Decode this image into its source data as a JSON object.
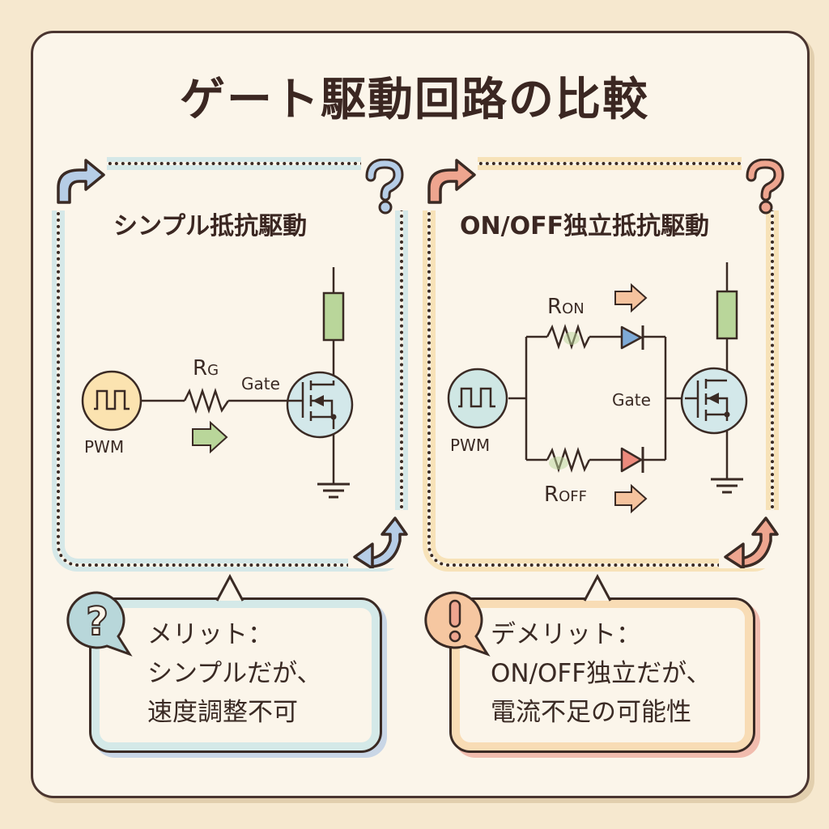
{
  "title": "ゲート駆動回路の比較",
  "panels": [
    {
      "id": "simple",
      "heading": "シンプル抵抗駆動",
      "accent": "#c6dcea",
      "border_tint": "#d5e8e8",
      "circuit": {
        "source_label": "PWM",
        "resistor_label_main": "R",
        "resistor_label_sub": "G",
        "gate_label": "Gate",
        "source_color": "#fbe3b0",
        "mosfet_color": "#d3e8ea",
        "load_color": "#b9d69a",
        "current_arrow_color": "#b9d69a"
      },
      "note": {
        "icon": "question-mark-icon",
        "lines": [
          "メリット：",
          "シンプルだが、",
          "速度調整不可"
        ]
      }
    },
    {
      "id": "onoff",
      "heading": "ON/OFF独立抵抗駆動",
      "accent": "#f3c6b4",
      "border_tint": "#f7e2b8",
      "circuit": {
        "source_label": "PWM",
        "ron_label_main": "R",
        "ron_label_sub": "ON",
        "roff_label_main": "R",
        "roff_label_sub": "OFF",
        "gate_label": "Gate",
        "source_color": "#cfe7e4",
        "mosfet_color": "#d3e8ea",
        "load_color": "#b9d69a",
        "diode_on_color": "#7eaad6",
        "diode_off_color": "#ec8a7c",
        "current_arrow_color": "#f5c39e"
      },
      "note": {
        "icon": "exclamation-mark-icon",
        "lines": [
          "デメリット：",
          "ON/OFF独立だが、",
          "電流不足の可能性"
        ]
      }
    }
  ],
  "colors": {
    "ink": "#3a2a24",
    "background": "#f6e8cf",
    "card": "#fbf5ea",
    "blue_arrow": "#b6cde6",
    "orange_arrow": "#eea58f"
  }
}
